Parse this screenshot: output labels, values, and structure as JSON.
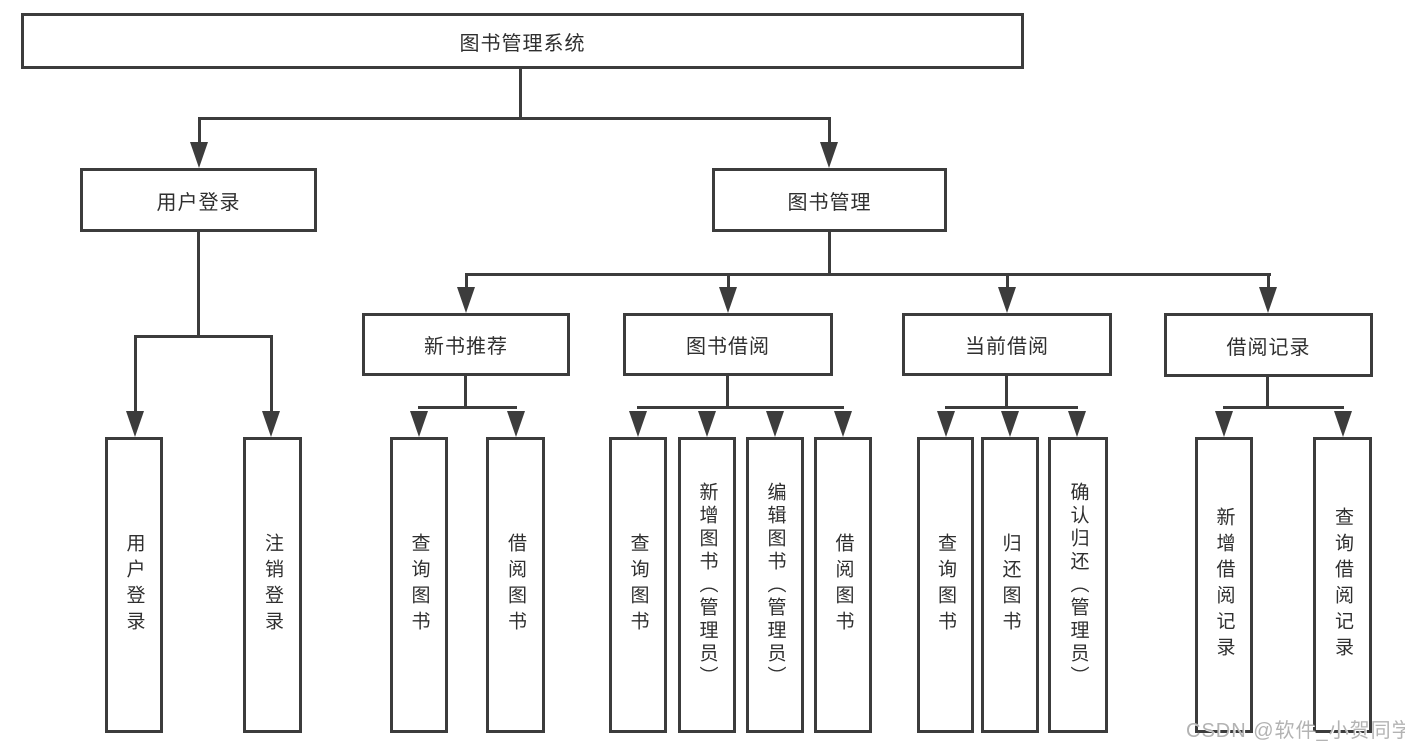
{
  "diagram": {
    "root": "图书管理系统",
    "level2": [
      "用户登录",
      "图书管理"
    ],
    "level3": [
      "新书推荐",
      "图书借阅",
      "当前借阅",
      "借阅记录"
    ],
    "leaves_user_login": [
      "用户登录",
      "注销登录"
    ],
    "leaves_new_book": [
      "查询图书",
      "借阅图书"
    ],
    "leaves_book_borrow": [
      "查询图书",
      "新增图书（管理员）",
      "编辑图书（管理员）",
      "借阅图书"
    ],
    "leaves_current_borrow": [
      "查询图书",
      "归还图书",
      "确认归还（管理员）"
    ],
    "leaves_borrow_record": [
      "新增借阅记录",
      "查询借阅记录"
    ],
    "watermark": "CSDN @软件_小贺同学"
  },
  "colors": {
    "line": "#3c3c3c",
    "text": "#2f2f2f",
    "watermark": "#b3b3b3",
    "background": "#ffffff"
  }
}
